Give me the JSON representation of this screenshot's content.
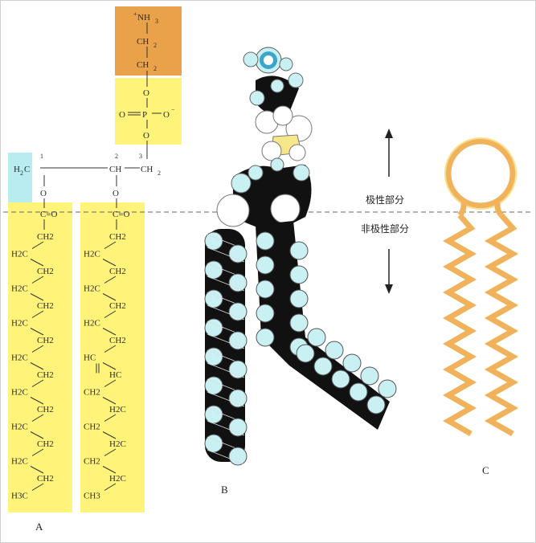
{
  "labels": {
    "panel_a": "A",
    "panel_b": "B",
    "panel_c": "C",
    "polar": "极性部分",
    "nonpolar": "非极性部分"
  },
  "head": {
    "amine": "NH",
    "amine_sub": "3",
    "amine_charge": "+",
    "ch2_top": "CH",
    "ch2_bottom": "CH",
    "o_link1": "O",
    "phosphate_left": "O",
    "phosphorus": "P",
    "phosphate_right": "O",
    "phosphate_charge": "−",
    "phosphate_top": "O",
    "phosphate_bottom": "O"
  },
  "glycerol": {
    "c1_num": "1",
    "c2_num": "2",
    "c3_num": "3",
    "c1": "H",
    "c1_tail": "C",
    "c2": "CH",
    "c3": "CH",
    "o1": "O",
    "o2": "O"
  },
  "chain1": {
    "carbonyl": "C=O",
    "rows": [
      "CH2",
      "H2C",
      "CH2",
      "H2C",
      "CH2",
      "H2C",
      "CH2",
      "H2C",
      "CH2",
      "H2C",
      "CH2",
      "H2C",
      "CH2",
      "H2C",
      "CH2",
      "H3C"
    ]
  },
  "chain2": {
    "carbonyl": "C=O",
    "rows": [
      "CH2",
      "H2C",
      "CH2",
      "H2C",
      "CH2",
      "H2C",
      "CH2",
      "HC",
      "HC",
      "CH2",
      "H2C",
      "CH2",
      "H2C",
      "CH2",
      "H2C",
      "CH3"
    ]
  },
  "colors": {
    "orange": "#eaa24a",
    "yellow": "#fff37a",
    "cyan": "#b8ecef",
    "tail_orange": "#f0b25a",
    "ring_yellow": "#f7e08a",
    "atom_cyan": "#c9f1f4",
    "atom_blue": "#3aa6c9"
  }
}
